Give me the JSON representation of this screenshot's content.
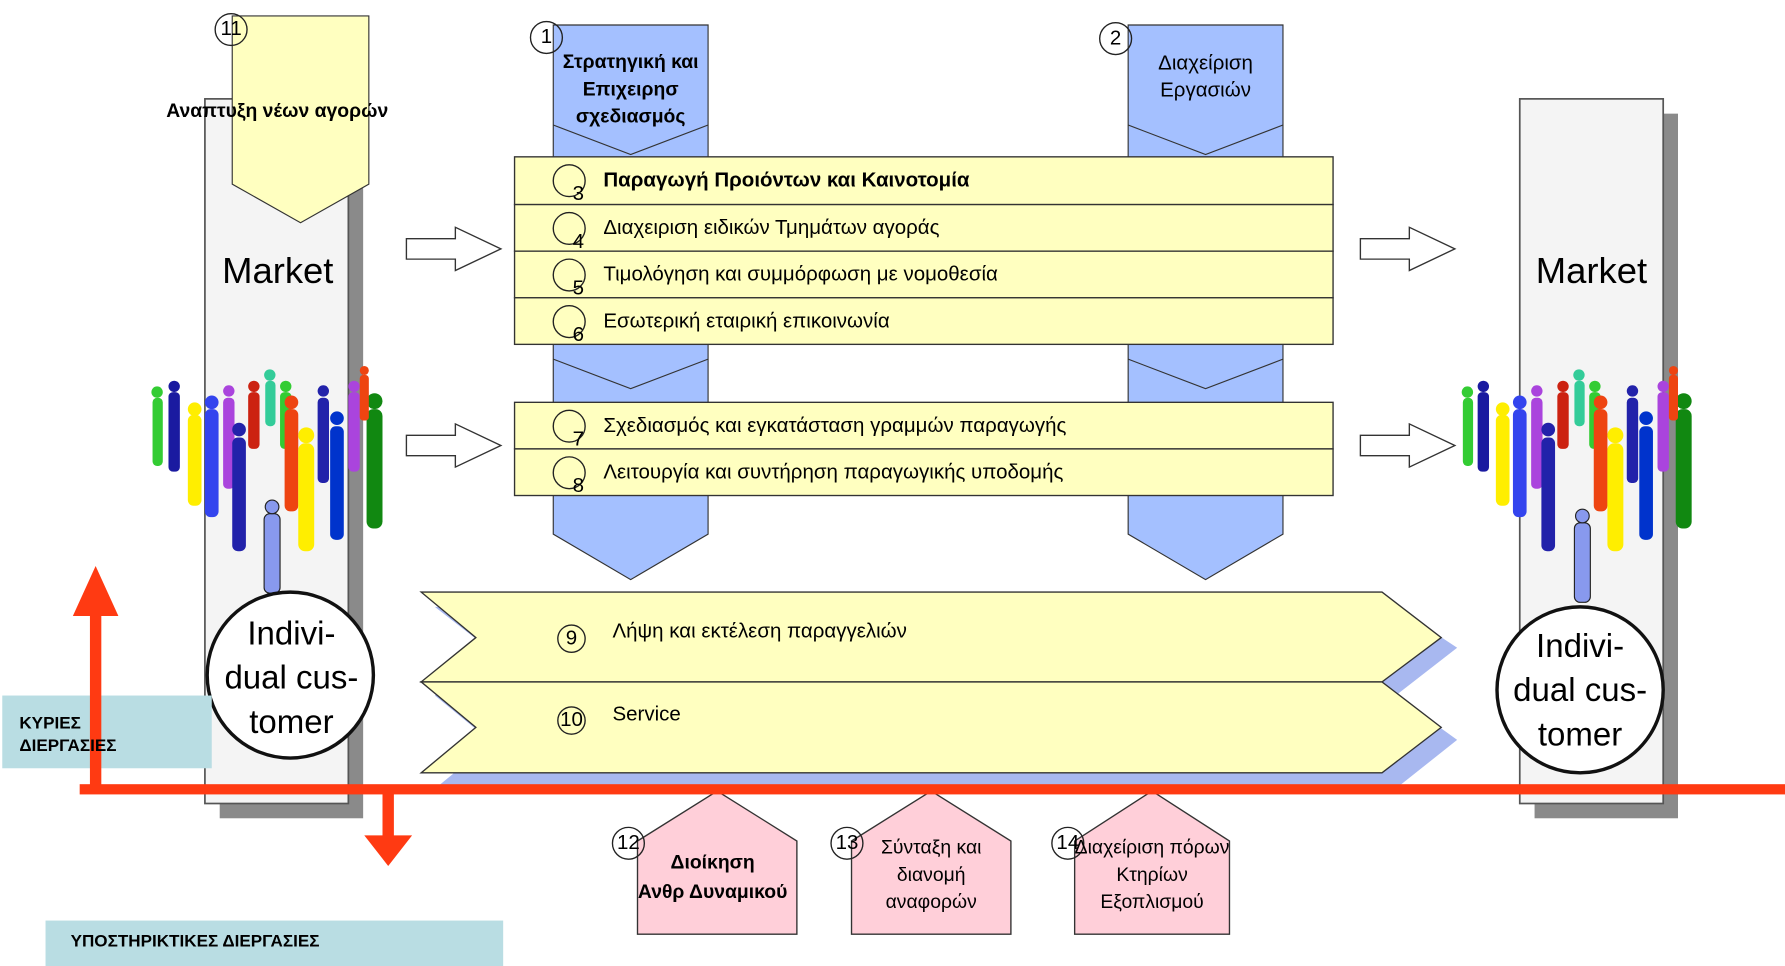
{
  "diagram": {
    "left_market": {
      "label": "Market",
      "customer": "Indivi-\ndual cus-\ntomer"
    },
    "right_market": {
      "label": "Market",
      "customer": "Indivi-\ndual cus-\ntomer"
    },
    "top_columns": [
      {
        "number": "1",
        "label": "Στρατηγική και\nΕπιχειρησ\nσχεδιασμός"
      },
      {
        "number": "2",
        "label": "Διαχείριση\nΕργασιών"
      }
    ],
    "market_development": {
      "number": "11",
      "label": "Αναπτυξη νέων αγορών"
    },
    "process_bars": [
      {
        "number": "3",
        "label": "Παραγωγή Προιόντων και Καινοτομία",
        "bold": true
      },
      {
        "number": "4",
        "label": "Διαχειριση ειδικών Τμημάτων αγοράς"
      },
      {
        "number": "5",
        "label": "Τιμολόγηση και συμμόρφωση με νομοθεσία"
      },
      {
        "number": "6",
        "label": "Εσωτερική εταιρική επικοινωνία"
      },
      {
        "number": "7",
        "label": "Σχεδιασμός και εγκατάσταση γραμμών παραγωγής"
      },
      {
        "number": "8",
        "label": "Λειτουργία και συντήρηση παραγωγικής υποδομής"
      }
    ],
    "chevrons": [
      {
        "number": "9",
        "label": "Λήψη και εκτέλεση παραγγελιών"
      },
      {
        "number": "10",
        "label": "Service"
      }
    ],
    "support_processes": [
      {
        "number": "12",
        "label": "Διοίκηση\nΑνθρ Δυναμικού",
        "bold": true
      },
      {
        "number": "13",
        "label": "Σύνταξη και\nδιανομή\nαναφορών"
      },
      {
        "number": "14",
        "label": "Διαχείριση πόρων\nΚτηρίων\nΕξοπλισμού"
      }
    ],
    "main_processes_label": "ΚΥΡΙΕΣ\nΔΙΕΡΓΑΣΙΕΣ",
    "support_processes_label": "ΥΠΟΣΤΗΡΙΚΤΙΚΕΣ ΔΙΕΡΓΑΣΙΕΣ",
    "colors": {
      "yellow": "#ffffc0",
      "blue": "#a4c0ff",
      "pink": "#ffcfd9",
      "red": "#ff3a12",
      "legend": "#b9dde3",
      "shadow": "#8a8a8a"
    }
  }
}
